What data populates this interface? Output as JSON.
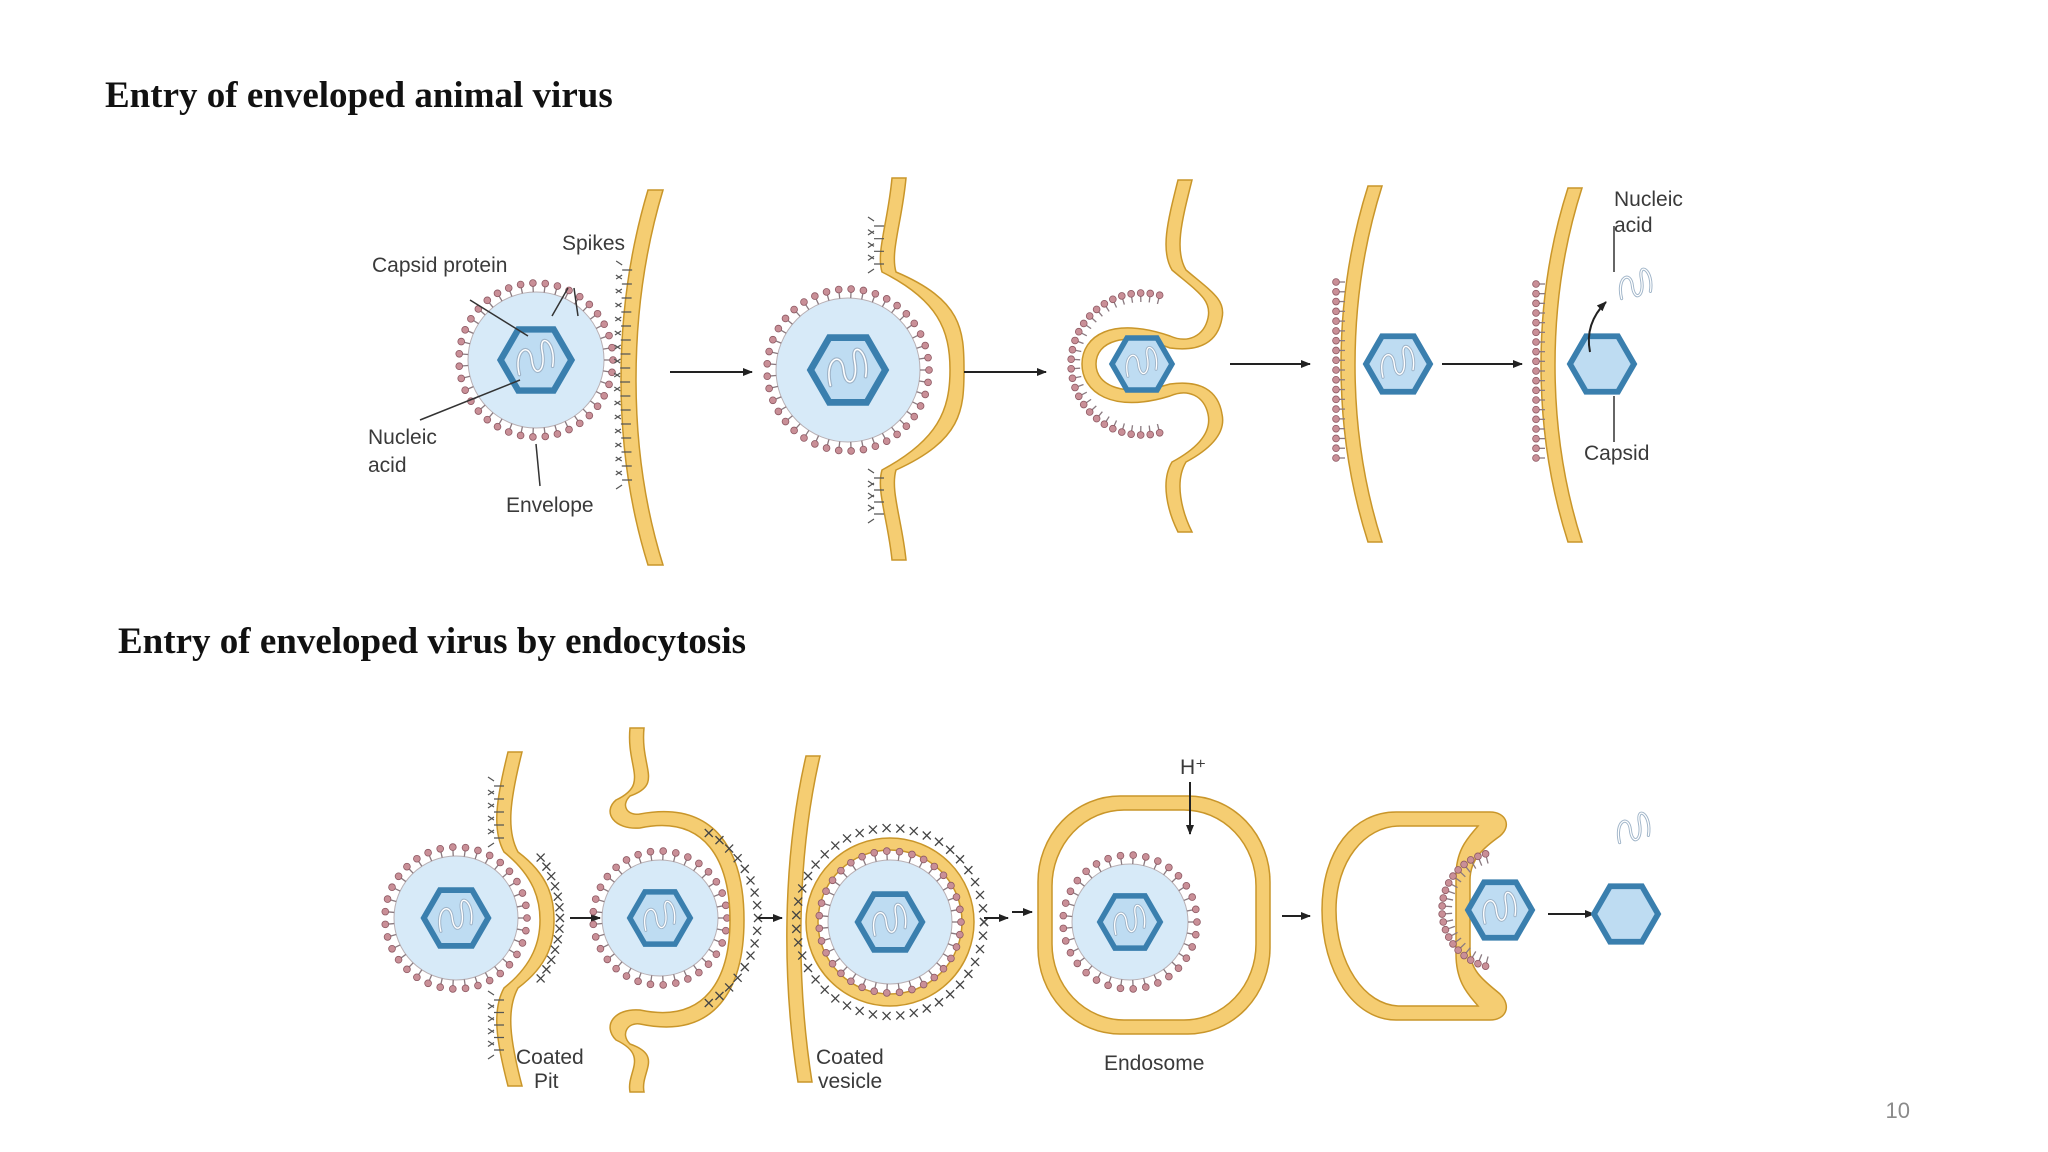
{
  "page": {
    "number": "10"
  },
  "headings": {
    "top": "Entry of enveloped animal virus",
    "bottom": "Entry of enveloped virus by endocytosis"
  },
  "labels": {
    "capsid_protein": "Capsid protein",
    "spikes": "Spikes",
    "nucleic_acid_line1": "Nucleic",
    "nucleic_acid_line2": "acid",
    "envelope": "Envelope",
    "capsid": "Capsid",
    "coated_pit_line1": "Coated",
    "coated_pit_line2": "Pit",
    "coated_vesicle_line1": "Coated",
    "coated_vesicle_line2": "vesicle",
    "endosome": "Endosome",
    "proton": "H⁺"
  },
  "colors": {
    "membrane_fill": "#f5cd72",
    "membrane_stroke": "#c9962a",
    "capsid_stroke": "#3a7fae",
    "capsid_fill": "#bedcf2",
    "envelope_fill": "#d7eaf8",
    "spike_head": "#c98f97",
    "nucleic_acid": "#9fb4c8",
    "arrow": "#222222"
  },
  "icons": [
    "virion-icon",
    "capsid-icon",
    "nucleic-acid-icon",
    "arrow-icon",
    "cell-membrane-icon",
    "clathrin-coat-icon",
    "endosome-icon"
  ]
}
